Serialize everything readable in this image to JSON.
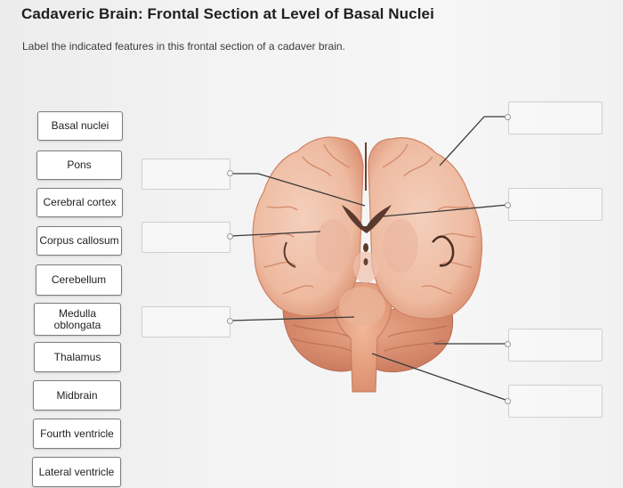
{
  "header": {
    "title": "Cadaveric Brain: Frontal Section at Level of Basal Nuclei",
    "instructions": "Label the indicated features in this frontal section of a cadaver brain."
  },
  "label_bank": [
    {
      "label": "Basal nuclei"
    },
    {
      "label": "Pons"
    },
    {
      "label": "Cerebral cortex"
    },
    {
      "label": "Corpus callosum"
    },
    {
      "label": "Cerebellum"
    },
    {
      "label": "Medulla oblongata"
    },
    {
      "label": "Thalamus"
    },
    {
      "label": "Midbrain"
    },
    {
      "label": "Fourth ventricle"
    },
    {
      "label": "Lateral ventricle"
    }
  ],
  "drop_zones": {
    "left": [
      {
        "value": ""
      },
      {
        "value": ""
      },
      {
        "value": ""
      }
    ],
    "right": [
      {
        "value": ""
      },
      {
        "value": ""
      },
      {
        "value": ""
      },
      {
        "value": ""
      }
    ]
  },
  "image": {
    "name": "frontal-section-cadaver-brain-photo"
  },
  "colors": {
    "tissue_pink": "#e8a68c",
    "white_matter": "#f2c9b4",
    "cortex_edge": "#d98a6c",
    "ventricle_dark": "#5a3a2e",
    "leader_line": "#3a3a3a"
  }
}
